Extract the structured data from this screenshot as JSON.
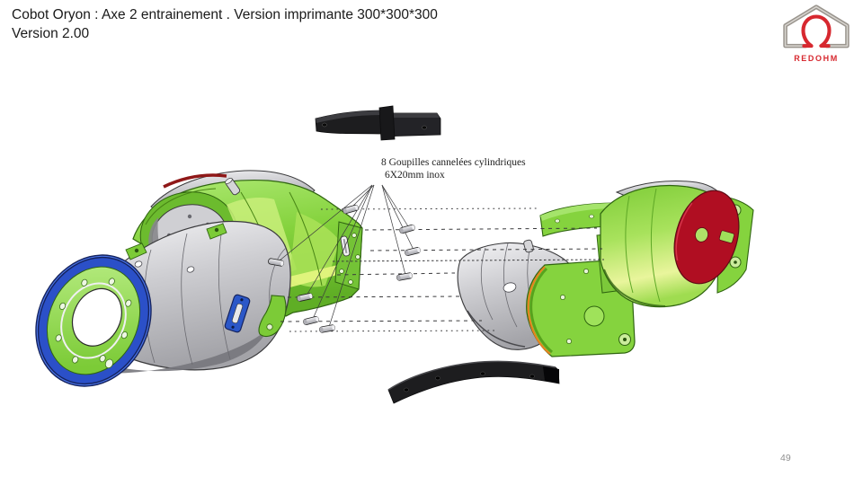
{
  "slide": {
    "title_line1": "Cobot Oryon : Axe 2 entrainement . Version imprimante 300*300*300",
    "title_line2": "Version 2.00",
    "page_number": "49"
  },
  "logo": {
    "brand": "REDOHM"
  },
  "diagram": {
    "callout_line1": "8 Goupilles cannelées cylindriques",
    "callout_line2": "6X20mm inox"
  },
  "colors": {
    "part_green": "#85D33E",
    "part_green_dark": "#2F6410",
    "part_green_light": "#C9EE7A",
    "highlight_yellow": "#E4F47E",
    "part_gray": "#C9C9CD",
    "part_black": "#1D1D1F",
    "ring_blue": "#2B50C8",
    "ring_blue_dark": "#15235E",
    "plate_blue": "#2B57C8",
    "disc_red": "#B00E22",
    "rim_orange": "#E5821F",
    "stripe_red": "#8F1818",
    "line_dark": "#3A3A3C",
    "logo_red": "#D7282F",
    "logo_gray": "#9A958E"
  }
}
